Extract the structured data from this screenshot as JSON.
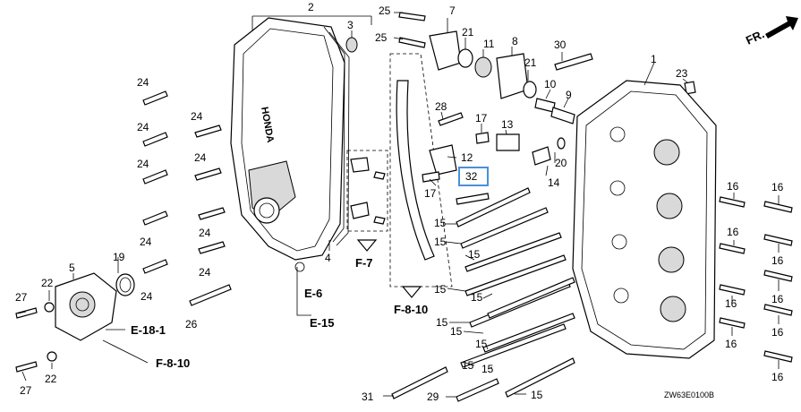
{
  "diagram": {
    "orientation_label": "FR.",
    "drawing_code": "ZW63E0100B",
    "highlighted_callout": "32",
    "callouts": [
      "1",
      "2",
      "3",
      "4",
      "5",
      "7",
      "8",
      "9",
      "10",
      "11",
      "12",
      "13",
      "14",
      "15",
      "16",
      "17",
      "19",
      "20",
      "21",
      "22",
      "23",
      "24",
      "25",
      "26",
      "27",
      "28",
      "29",
      "30",
      "31",
      "32"
    ],
    "references": [
      "E-6",
      "E-15",
      "E-18-1",
      "F-7",
      "F-8-10"
    ],
    "brand_mark": "HONDA"
  }
}
